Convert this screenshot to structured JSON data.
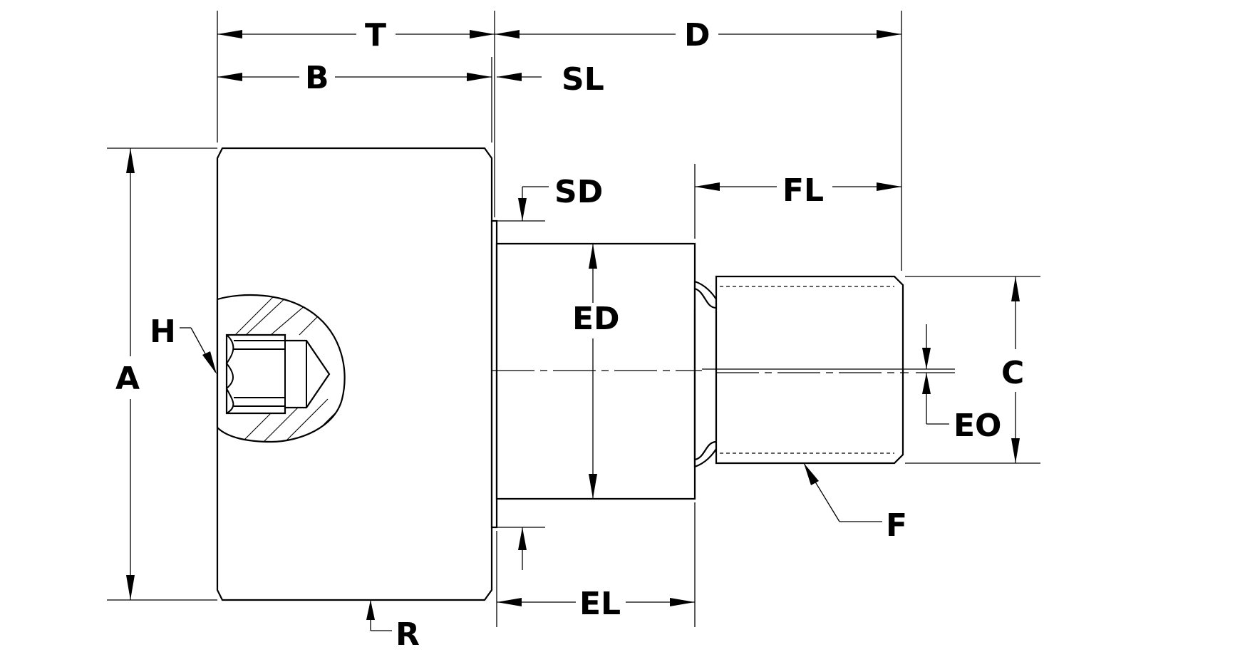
{
  "dimensions": {
    "T": "T",
    "D": "D",
    "B": "B",
    "SL": "SL",
    "SD": "SD",
    "FL": "FL",
    "ED": "ED",
    "H": "H",
    "A": "A",
    "C": "C",
    "EO": "EO",
    "F": "F",
    "EL": "EL",
    "R": "R"
  }
}
